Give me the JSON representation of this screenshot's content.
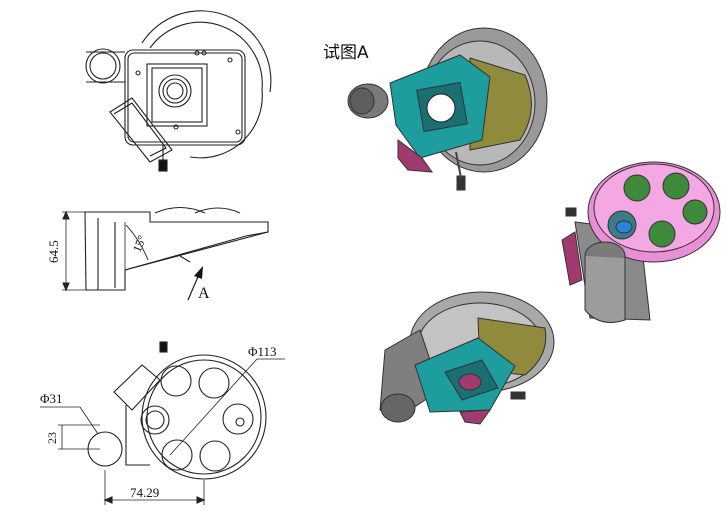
{
  "view_a_label": "试图A",
  "side_view": {
    "height_dim": "64.5",
    "angle_dim": "15°",
    "arrow_label": "A"
  },
  "bottom_view": {
    "diameter_dim": "Φ113",
    "hole_dim": "Φ31",
    "offset_dim": "23",
    "width_dim": "74.29"
  },
  "colors": {
    "teal": "#1e9d9f",
    "olive": "#8f8a3c",
    "magenta": "#a13b6f",
    "pink": "#e88fd6",
    "green": "#3f8a3a",
    "blue": "#2b82d8",
    "gray": "#8e8e8e",
    "dark": "#3a3a3a"
  }
}
